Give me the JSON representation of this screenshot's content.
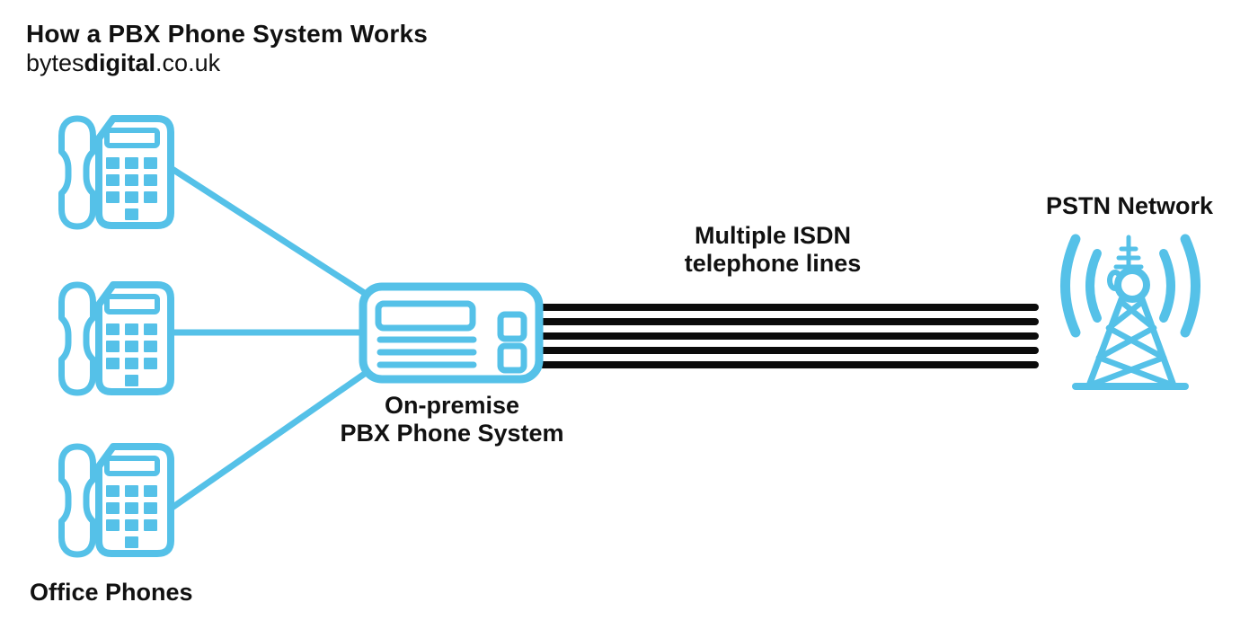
{
  "header": {
    "title": "How a PBX Phone System Works",
    "website": {
      "prefix": "bytes",
      "emphasis": "digital",
      "suffix": ".co.uk"
    }
  },
  "diagram": {
    "office_phones_label": "Office Phones",
    "pbx_label_line1": "On-premise",
    "pbx_label_line2": "PBX Phone System",
    "isdn_label_line1": "Multiple ISDN",
    "isdn_label_line2": "telephone lines",
    "pstn_label": "PSTN Network",
    "phone_count": 3,
    "isdn_line_count": 5,
    "icons": [
      "office-phone-icon",
      "pbx-system-icon",
      "radio-tower-icon"
    ]
  },
  "colors": {
    "accent": "#55C1E8",
    "isdn_lines": "#0B0B0B",
    "text": "#111111",
    "background": "#FFFFFF"
  }
}
